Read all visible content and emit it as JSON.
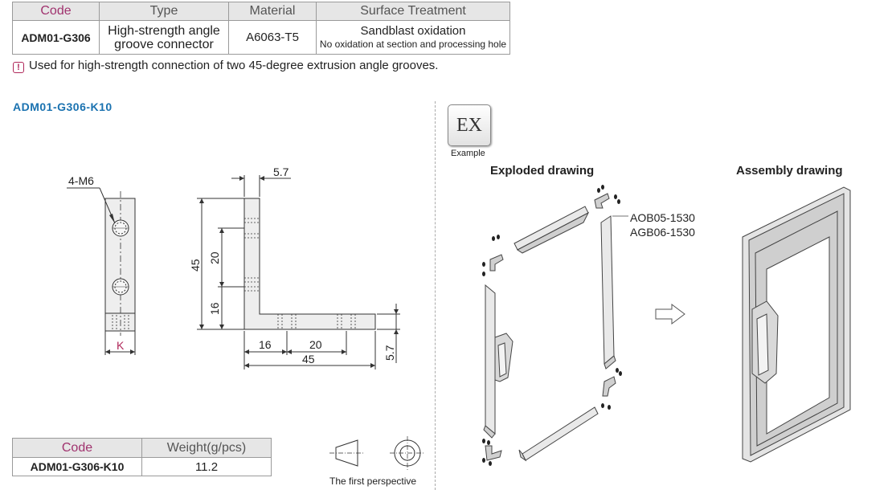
{
  "spec_table": {
    "headers": [
      "Code",
      "Type",
      "Material",
      "Surface Treatment"
    ],
    "code": "ADM01-G306",
    "type_line1": "High-strength angle",
    "type_line2": "groove connector",
    "material": "A6063-T5",
    "surface_line1": "Sandblast oxidation",
    "surface_line2": "No oxidation at section and processing hole"
  },
  "note": "Used for high-strength connection of two 45-degree extrusion angle grooves.",
  "note_icon": "exclamation-icon",
  "sku_title": "ADM01-G306-K10",
  "drawing": {
    "hole_label": "4-M6",
    "k_label": "K",
    "dim_top": "5.7",
    "dim_45_v": "45",
    "dim_20_v": "20",
    "dim_16_v": "16",
    "dim_16_h": "16",
    "dim_20_h": "20",
    "dim_45_h": "45",
    "dim_57_v": "5.7"
  },
  "weight_table": {
    "headers": [
      "Code",
      "Weight(g/pcs)"
    ],
    "code": "ADM01-G306-K10",
    "weight": "11.2"
  },
  "perspective_label": "The first perspective",
  "example": {
    "badge": "EX",
    "badge_caption": "Example",
    "exploded_title": "Exploded drawing",
    "assembly_title": "Assembly drawing",
    "part1": "AOB05-1530",
    "part2": "AGB06-1530"
  },
  "colors": {
    "code_header": "#a0326e",
    "code_value": "#1a72b0",
    "header_bg": "#e6e6e6"
  }
}
